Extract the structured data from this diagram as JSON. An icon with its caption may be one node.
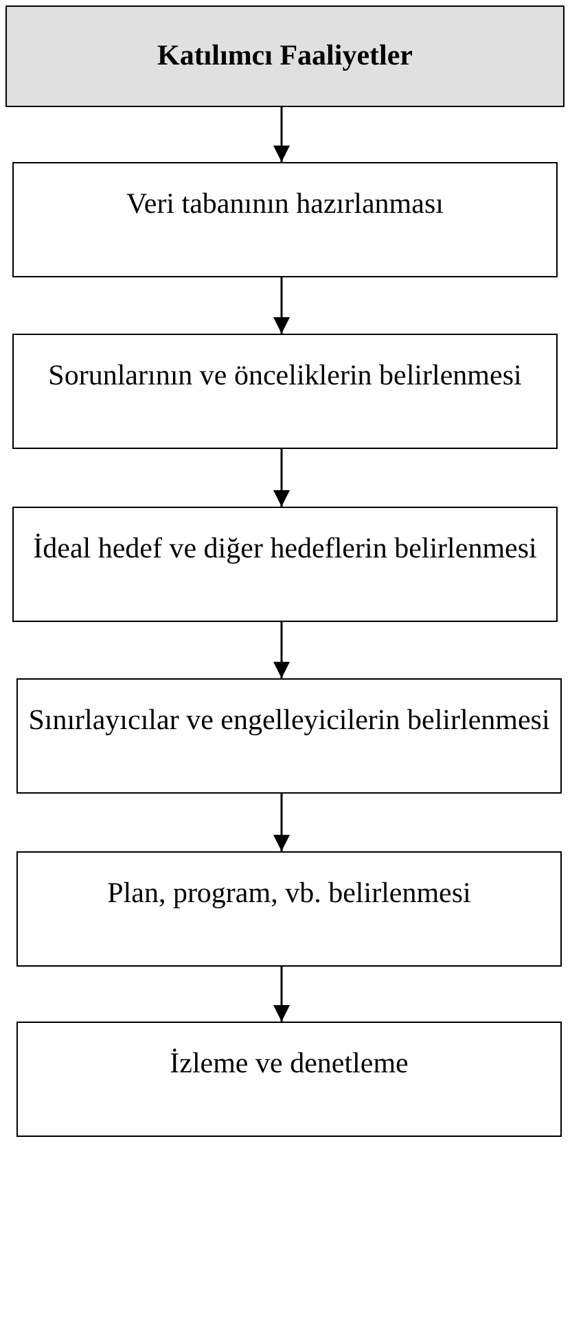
{
  "diagram": {
    "nodes": [
      {
        "text": [
          "Katılımcı Faaliyetler"
        ]
      },
      {
        "text": [
          "Veri tabanının hazırlanması"
        ]
      },
      {
        "text": [
          "Sorunlarının ve önceliklerin belirlenmesi"
        ]
      },
      {
        "text": [
          "İdeal hedef ve diğer hedeflerin belirlenmesi"
        ]
      },
      {
        "text": [
          "Sınırlayıcılar ve engelleyicilerin belirlenmesi"
        ]
      },
      {
        "text": [
          "Plan, program, vb. belirlenmesi"
        ]
      },
      {
        "text": [
          "İzleme ve denetleme"
        ]
      }
    ],
    "edges": [
      {
        "from": 0,
        "to": 1,
        "arrow": "to"
      },
      {
        "from": 1,
        "to": 2,
        "arrow": "to"
      },
      {
        "from": 2,
        "to": 3,
        "arrow": "to"
      },
      {
        "from": 3,
        "to": 4,
        "arrow": "to"
      },
      {
        "from": 4,
        "to": 5,
        "arrow": "to"
      },
      {
        "from": 5,
        "to": 6,
        "arrow": "to"
      }
    ]
  }
}
